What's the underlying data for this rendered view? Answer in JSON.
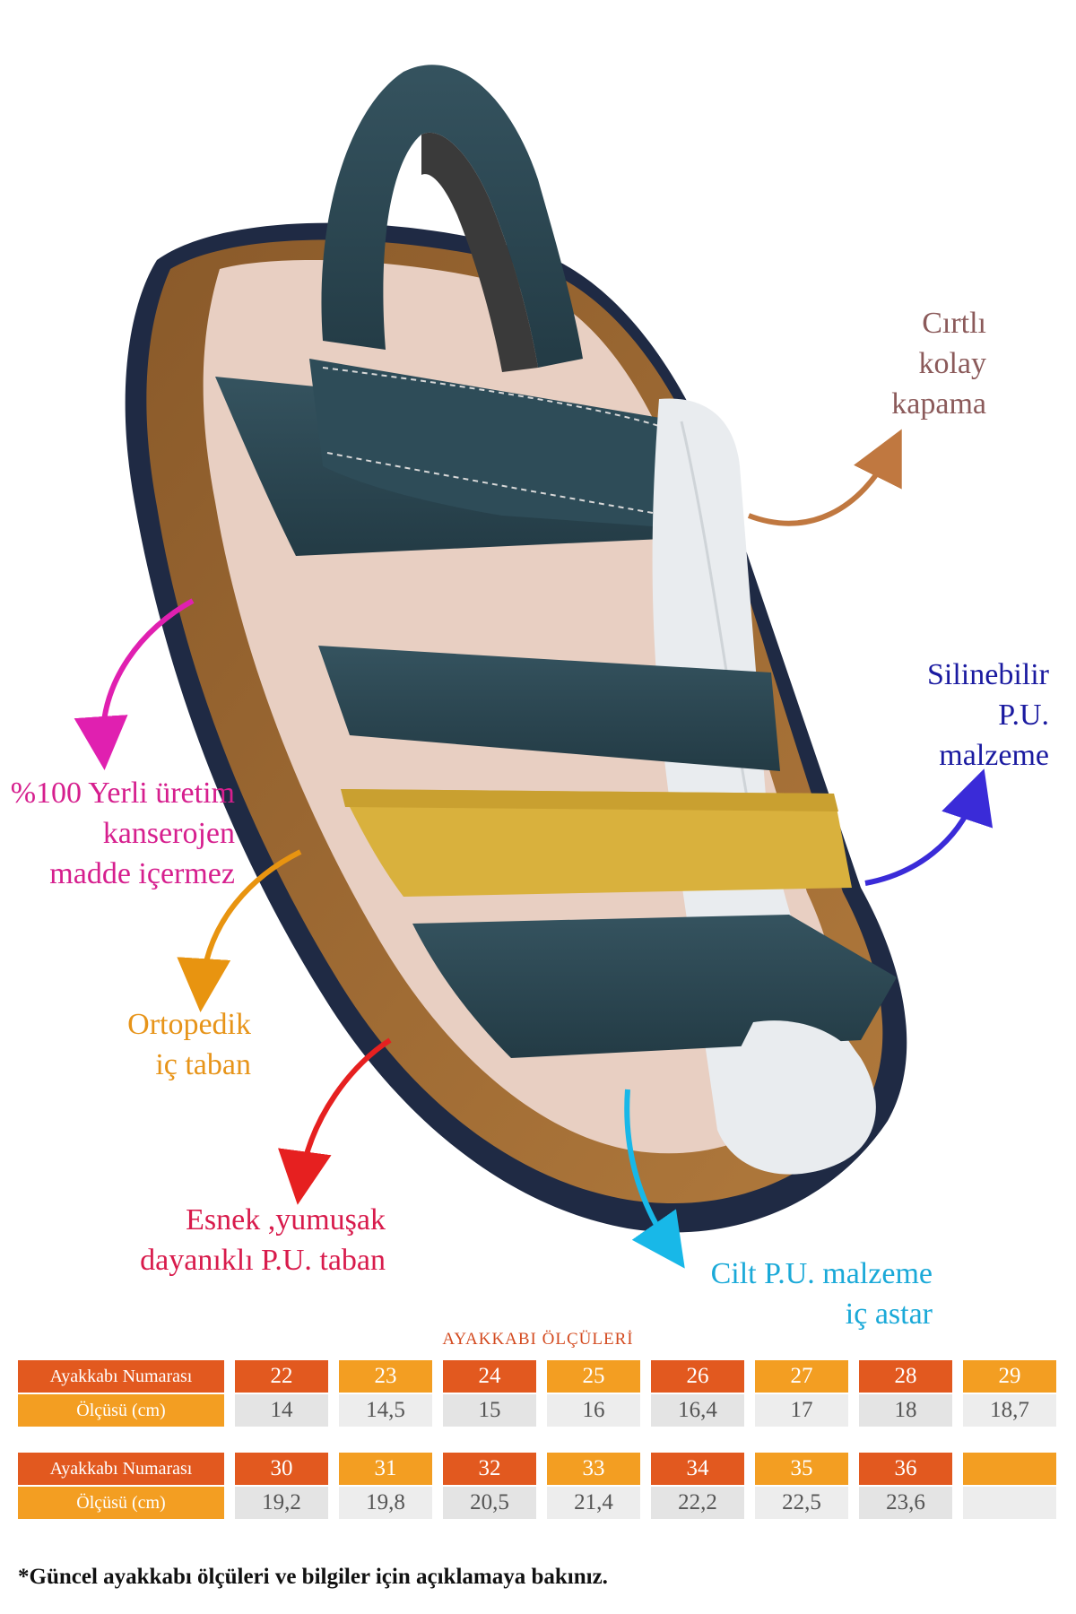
{
  "callouts": {
    "velcro": {
      "lines": [
        "Cırtlı",
        "kolay",
        "kapama"
      ],
      "color": "#8b5a5a"
    },
    "wipeable": {
      "lines": [
        "Silinebilir",
        "P.U.",
        "malzeme"
      ],
      "color": "#1a1aa0"
    },
    "local": {
      "lines": [
        "%100 Yerli üretim",
        "kanserojen",
        "madde içermez"
      ],
      "color": "#d61f8e"
    },
    "orthopedic": {
      "lines": [
        "Ortopedik",
        "iç taban"
      ],
      "color": "#e79419"
    },
    "sole": {
      "lines": [
        "Esnek ,yumuşak",
        "dayanıklı P.U. taban"
      ],
      "color": "#d81b4c"
    },
    "lining": {
      "lines": [
        "Cilt P.U. malzeme",
        "iç astar"
      ],
      "color": "#1aa9d8"
    }
  },
  "size_table": {
    "title": "AYAKKABI ÖLÇÜLERİ",
    "row_label_number": "Ayakkabı Numarası",
    "row_label_measure": "Ölçüsü (cm)",
    "block1": {
      "numbers": [
        "22",
        "23",
        "24",
        "25",
        "26",
        "27",
        "28",
        "29"
      ],
      "measures": [
        "14",
        "14,5",
        "15",
        "16",
        "16,4",
        "17",
        "18",
        "18,7"
      ]
    },
    "block2": {
      "numbers": [
        "30",
        "31",
        "32",
        "33",
        "34",
        "35",
        "36",
        ""
      ],
      "measures": [
        "19,2",
        "19,8",
        "20,5",
        "21,4",
        "22,2",
        "22,5",
        "23,6",
        ""
      ]
    }
  },
  "footnote": "*Güncel ayakkabı ölçüleri ve bilgiler için açıklamaya bakınız.",
  "colors": {
    "red_cell": "#e2591f",
    "orange_cell": "#f39e22",
    "gray_cell": "#e4e4e4",
    "strap_dark": "#2c4752",
    "strap_yellow": "#d9b13d",
    "strap_white": "#e9ecef"
  }
}
